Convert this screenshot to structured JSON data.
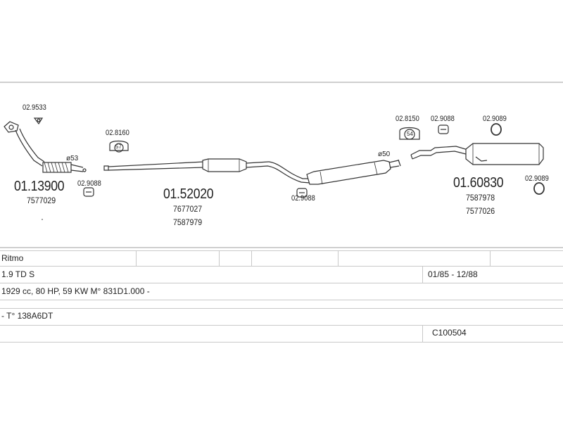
{
  "diagram": {
    "section1": {
      "clamp_top": "02.9533",
      "pipe_diameter": "ø53",
      "part_number": "01.13900",
      "oem_number": "7577029",
      "clamp_bottom": "02.9088"
    },
    "section2": {
      "clamp": "02.8160",
      "clamp_size": "57",
      "part_number": "01.52020",
      "oem_numbers": [
        "7677027",
        "7587979"
      ]
    },
    "section3": {
      "clamp_bottom": "02.9088",
      "pipe_diameter": "ø50"
    },
    "section4": {
      "clamp": "02.8150",
      "clamp_size": "54",
      "hanger_left": "02.9088",
      "hanger_right": "02.9089",
      "part_number": "01.60830",
      "oem_numbers": [
        "7587978",
        "7577026"
      ],
      "hanger_lower": "02.9089"
    }
  },
  "vehicle_table": {
    "model": "Ritmo",
    "engine": "1.9 TD S",
    "years": "01/85 - 12/88",
    "specs": "1929 cc, 80 HP, 59 KW M° 831D1.000 -",
    "type": "- T° 138A6DT",
    "code": "C100504"
  }
}
